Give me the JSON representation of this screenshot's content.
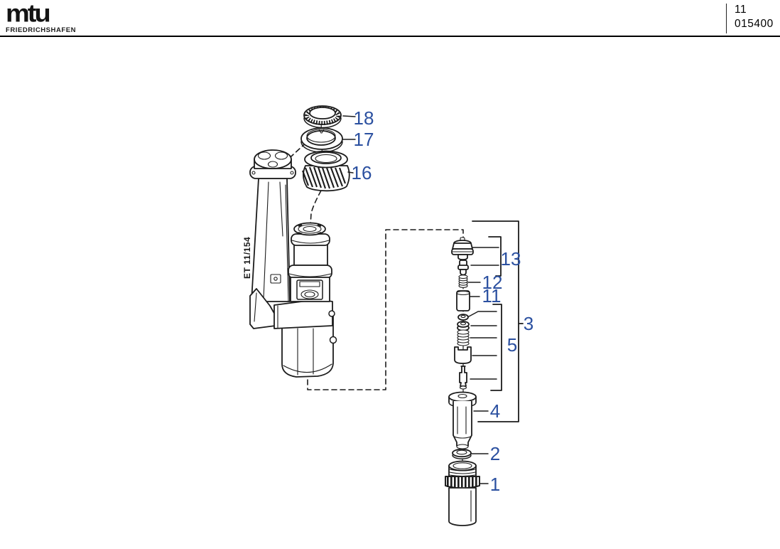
{
  "page": {
    "background": "#ffffff",
    "line_color": "#1c1c1c",
    "callout_color": "#2b50a0"
  },
  "header": {
    "logo_text": "mtu",
    "logo_sub": "FRIEDRICHSHAFEN",
    "page_number": "11",
    "doc_number": "015400"
  },
  "diagram": {
    "drawing_ref": "ET 11/154",
    "callouts": {
      "c1": "1",
      "c2": "2",
      "c3": "3",
      "c4": "4",
      "c5": "5",
      "c11": "11",
      "c12": "12",
      "c13": "13",
      "c16": "16",
      "c17": "17",
      "c18": "18"
    }
  }
}
